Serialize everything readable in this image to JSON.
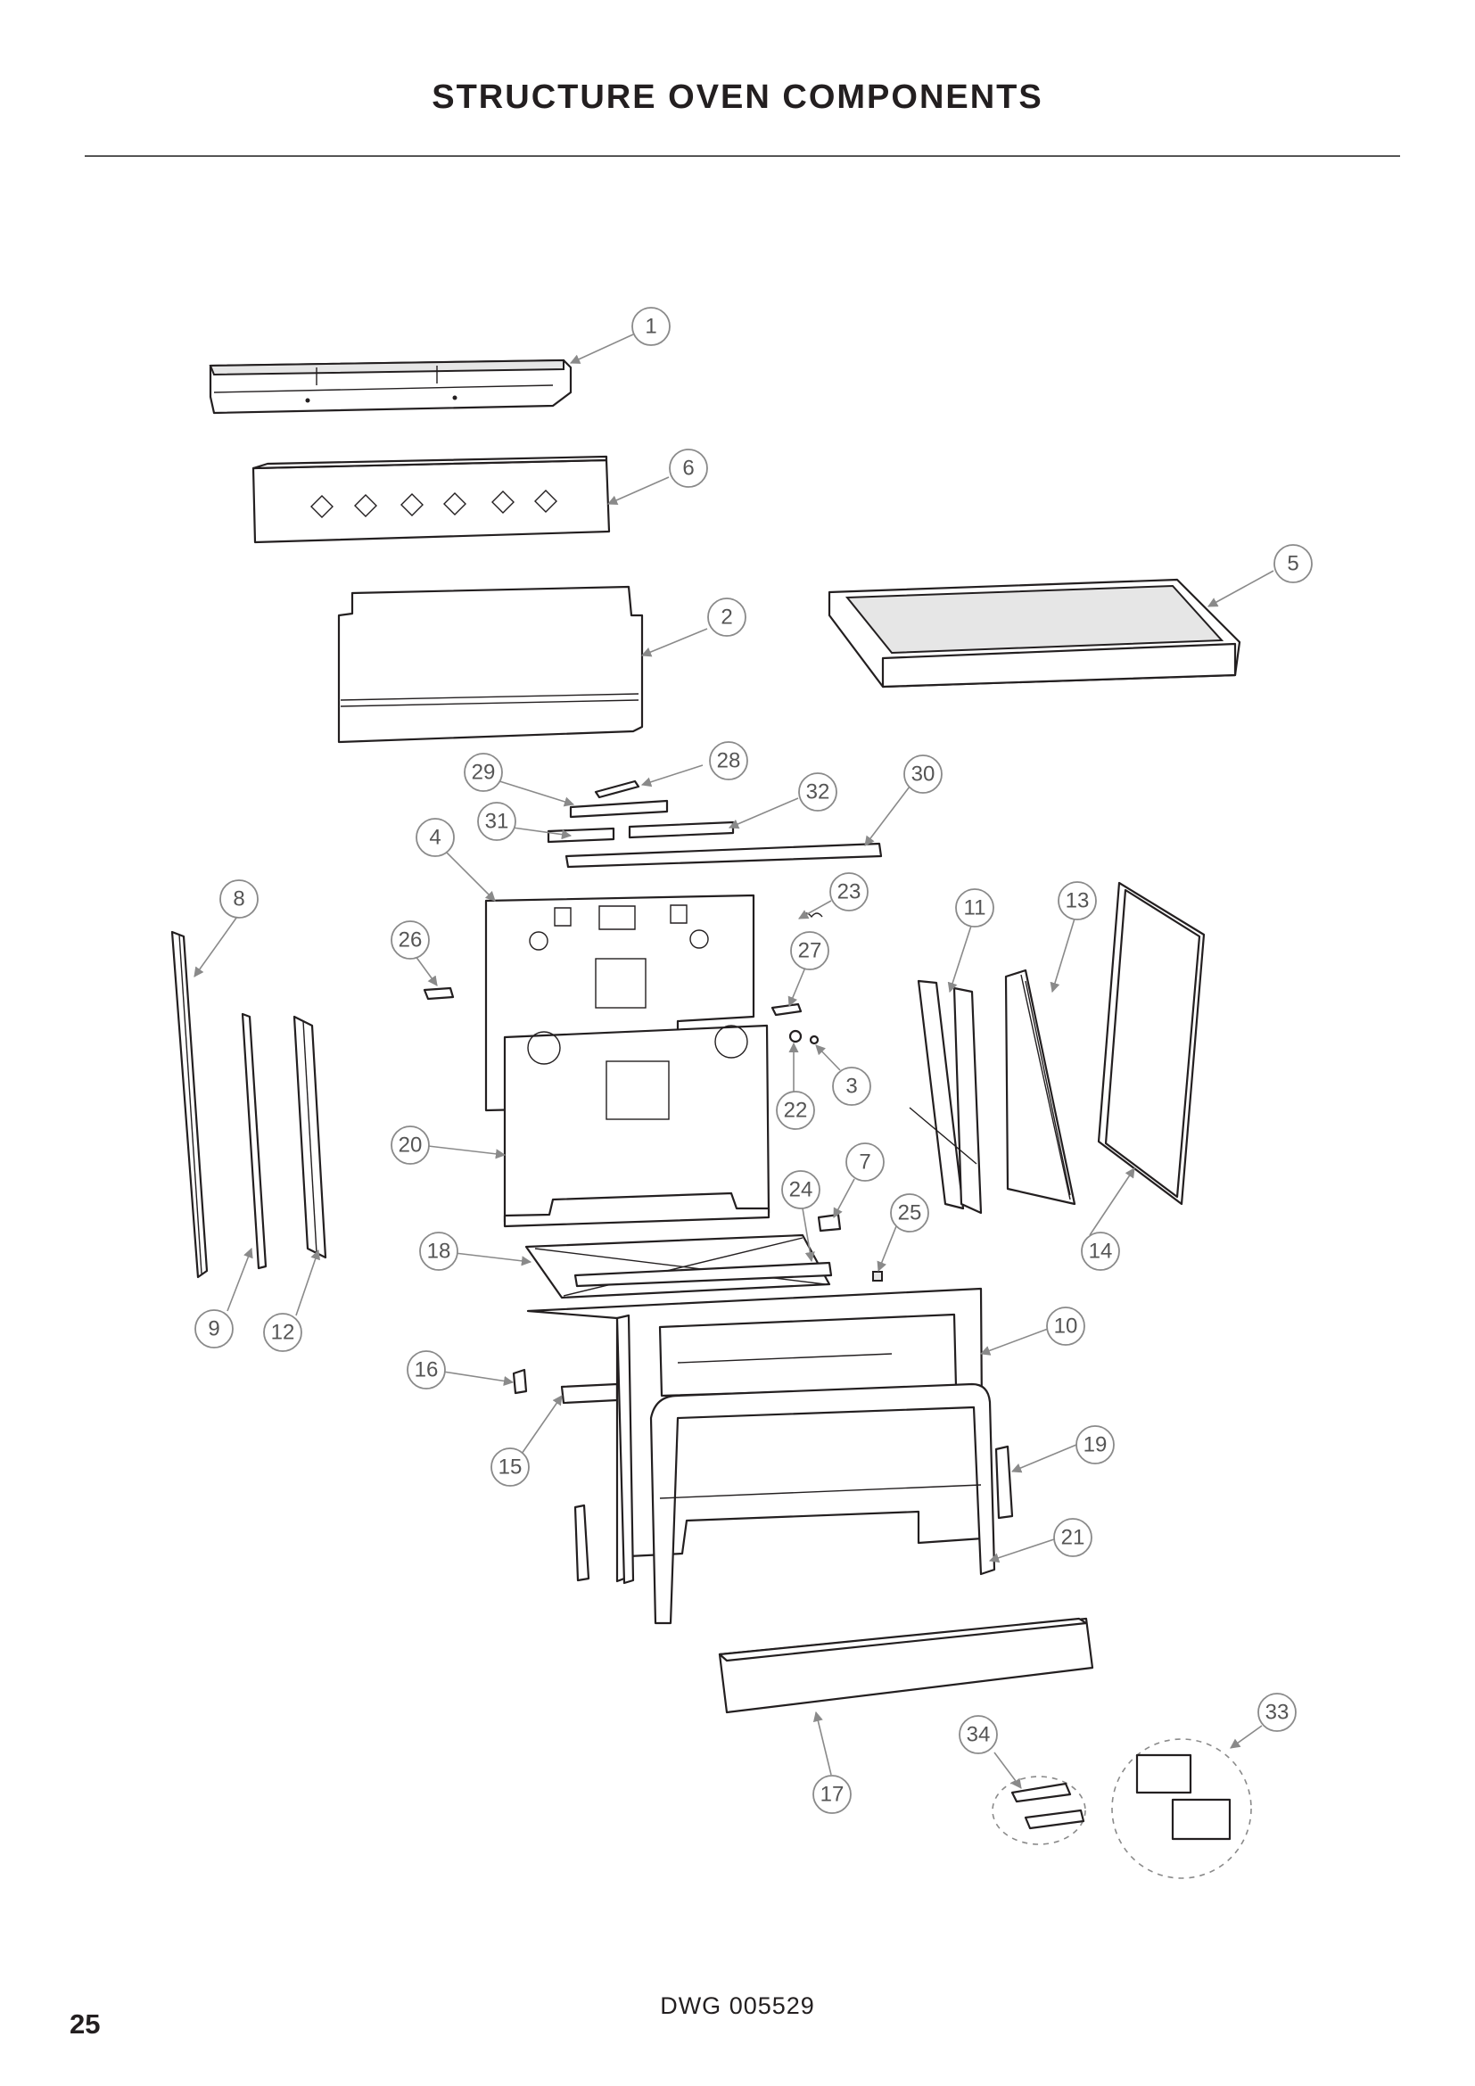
{
  "page": {
    "title": "STRUCTURE OVEN COMPONENTS",
    "drawing_number": "DWG 005529",
    "page_number": "25"
  },
  "callouts": [
    "1",
    "2",
    "3",
    "4",
    "5",
    "6",
    "7",
    "8",
    "9",
    "10",
    "11",
    "12",
    "13",
    "14",
    "15",
    "16",
    "17",
    "18",
    "19",
    "20",
    "21",
    "22",
    "23",
    "24",
    "25",
    "26",
    "27",
    "28",
    "29",
    "30",
    "31",
    "32",
    "33",
    "34"
  ]
}
